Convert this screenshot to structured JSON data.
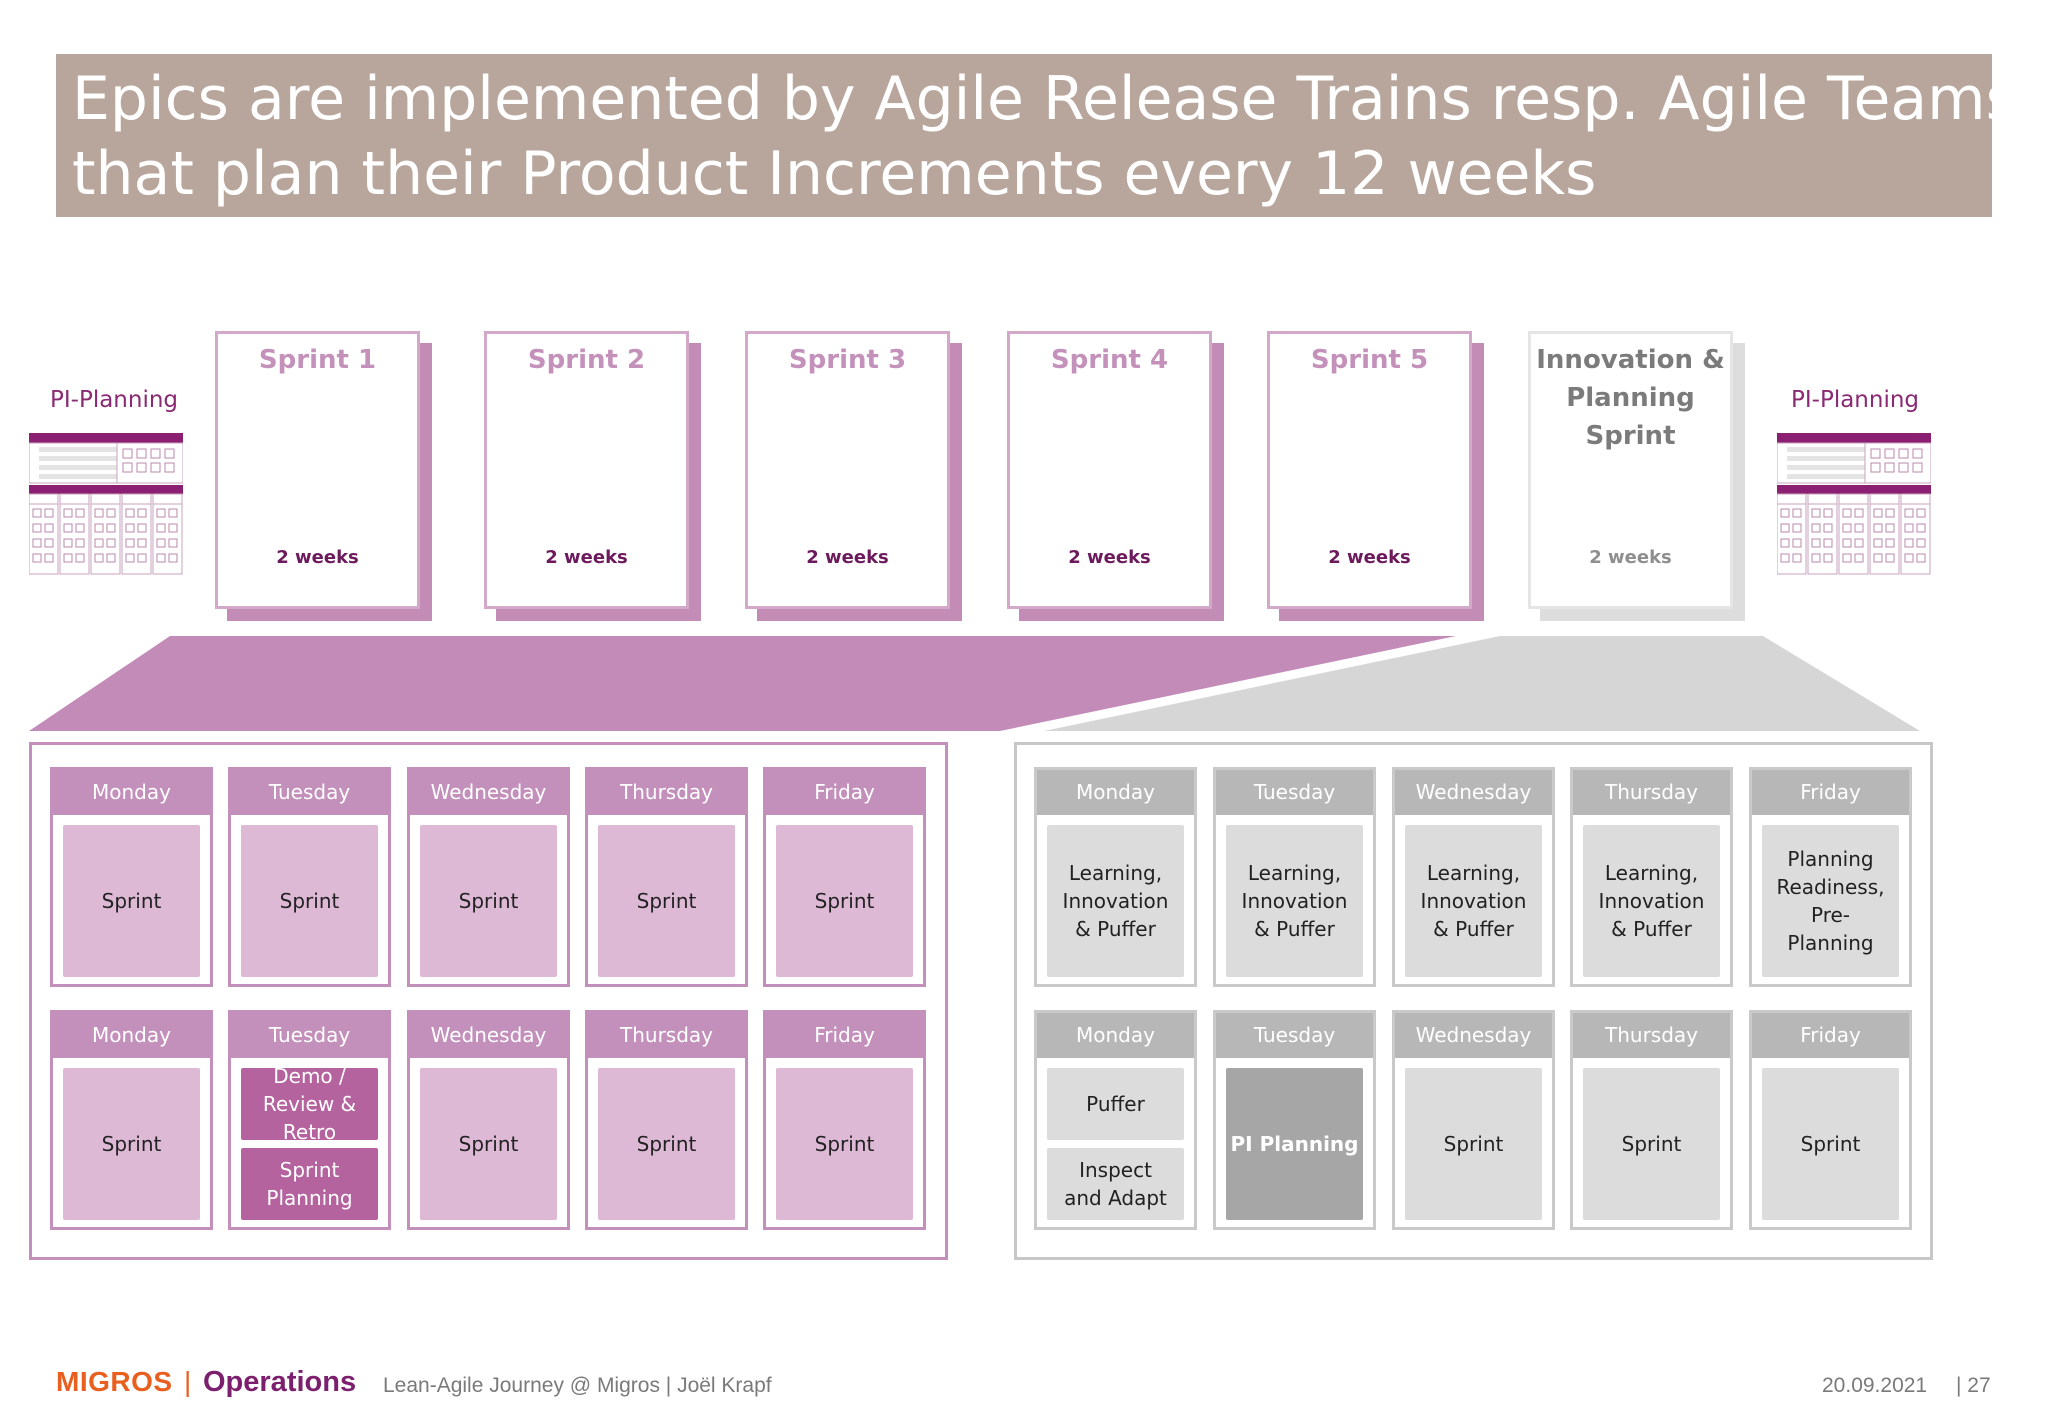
{
  "title": {
    "line1": "Epics are implemented by Agile Release Trains resp. Agile Teams",
    "line2": "that plan their Product Increments every 12 weeks"
  },
  "pi_planning": {
    "left_label": "PI-Planning",
    "right_label": "PI-Planning",
    "icon_name": "pi-planning-board-icon"
  },
  "sprints": [
    {
      "name": "Sprint 1",
      "duration": "2 weeks",
      "style": "purple"
    },
    {
      "name": "Sprint 2",
      "duration": "2 weeks",
      "style": "purple"
    },
    {
      "name": "Sprint 3",
      "duration": "2 weeks",
      "style": "purple"
    },
    {
      "name": "Sprint 4",
      "duration": "2 weeks",
      "style": "purple"
    },
    {
      "name": "Sprint 5",
      "duration": "2 weeks",
      "style": "purple"
    },
    {
      "name_lines": [
        "Innovation &",
        "Planning",
        "Sprint"
      ],
      "duration": "2 weeks",
      "style": "grey"
    }
  ],
  "sprint_week_panel": {
    "week1": [
      {
        "day": "Monday",
        "boxes": [
          {
            "lines": [
              "Sprint"
            ]
          }
        ]
      },
      {
        "day": "Tuesday",
        "boxes": [
          {
            "lines": [
              "Sprint"
            ]
          }
        ]
      },
      {
        "day": "Wednesday",
        "boxes": [
          {
            "lines": [
              "Sprint"
            ]
          }
        ]
      },
      {
        "day": "Thursday",
        "boxes": [
          {
            "lines": [
              "Sprint"
            ]
          }
        ]
      },
      {
        "day": "Friday",
        "boxes": [
          {
            "lines": [
              "Sprint"
            ]
          }
        ]
      }
    ],
    "week2": [
      {
        "day": "Monday",
        "boxes": [
          {
            "lines": [
              "Sprint"
            ]
          }
        ]
      },
      {
        "day": "Tuesday",
        "boxes": [
          {
            "lines": [
              "Demo /",
              "Review &",
              "Retro"
            ],
            "dark": true
          },
          {
            "lines": [
              "Sprint",
              "Planning"
            ],
            "dark": true
          }
        ]
      },
      {
        "day": "Wednesday",
        "boxes": [
          {
            "lines": [
              "Sprint"
            ]
          }
        ]
      },
      {
        "day": "Thursday",
        "boxes": [
          {
            "lines": [
              "Sprint"
            ]
          }
        ]
      },
      {
        "day": "Friday",
        "boxes": [
          {
            "lines": [
              "Sprint"
            ]
          }
        ]
      }
    ]
  },
  "ip_week_panel": {
    "week1": [
      {
        "day": "Monday",
        "boxes": [
          {
            "lines": [
              "Learning,",
              "Innovation",
              "& Puffer"
            ]
          }
        ]
      },
      {
        "day": "Tuesday",
        "boxes": [
          {
            "lines": [
              "Learning,",
              "Innovation",
              "& Puffer"
            ]
          }
        ]
      },
      {
        "day": "Wednesday",
        "boxes": [
          {
            "lines": [
              "Learning,",
              "Innovation",
              "& Puffer"
            ]
          }
        ]
      },
      {
        "day": "Thursday",
        "boxes": [
          {
            "lines": [
              "Learning,",
              "Innovation",
              "& Puffer"
            ]
          }
        ]
      },
      {
        "day": "Friday",
        "boxes": [
          {
            "lines": [
              "Planning",
              "Readiness,",
              "Pre-",
              "Planning"
            ]
          }
        ]
      }
    ],
    "week2": [
      {
        "day": "Monday",
        "boxes": [
          {
            "lines": [
              "Puffer"
            ]
          },
          {
            "lines": [
              "Inspect",
              "and Adapt"
            ]
          }
        ]
      },
      {
        "day": "Tuesday",
        "boxes": [
          {
            "lines": [
              "PI Planning"
            ],
            "dark": true
          }
        ]
      },
      {
        "day": "Wednesday",
        "boxes": [
          {
            "lines": [
              "Sprint"
            ]
          }
        ]
      },
      {
        "day": "Thursday",
        "boxes": [
          {
            "lines": [
              "Sprint"
            ]
          }
        ]
      },
      {
        "day": "Friday",
        "boxes": [
          {
            "lines": [
              "Sprint"
            ]
          }
        ]
      }
    ]
  },
  "colors": {
    "banner": "#b8a69c",
    "purple_accent": "#c38fbb",
    "purple_light": "#ddb9d6",
    "purple_dark": "#b5639f",
    "grey_accent": "#b7b7b7",
    "grey_light": "#dcdcdc",
    "grey_dark": "#a6a6a6",
    "migros_orange": "#e95f1f",
    "operations_purple": "#7b1f6e"
  },
  "footer": {
    "logo": "MIGROS",
    "separator": "|",
    "division": "Operations",
    "subtitle": "Lean-Agile Journey @ Migros | Joël Krapf",
    "date": "20.09.2021",
    "page": "| 27"
  }
}
